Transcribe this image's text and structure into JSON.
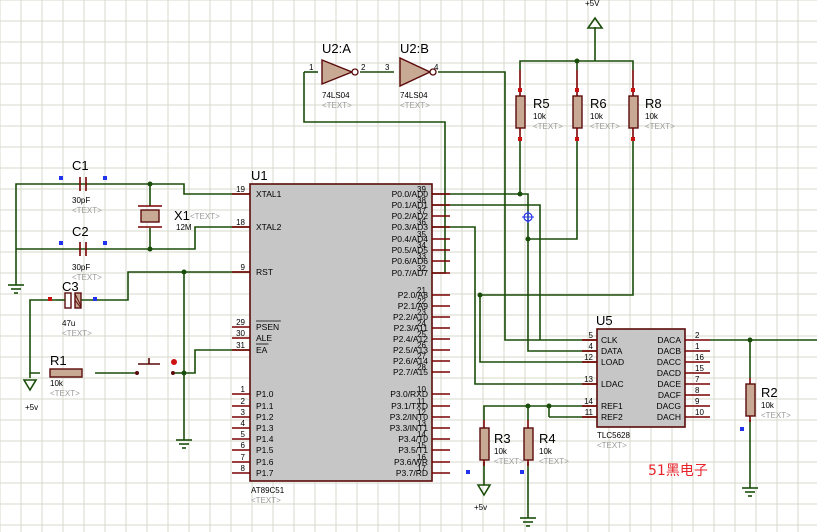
{
  "power": {
    "top_label": "+5V",
    "r1_label": "+5v",
    "r3_label": "+5v"
  },
  "u1": {
    "ref": "U1",
    "part": "AT89C51",
    "text": "<TEXT>",
    "left_pins": [
      {
        "num": "19",
        "name": "XTAL1"
      },
      {
        "num": "18",
        "name": "XTAL2"
      },
      {
        "num": "9",
        "name": "RST"
      },
      {
        "num": "29",
        "name": "PSEN"
      },
      {
        "num": "30",
        "name": "ALE"
      },
      {
        "num": "31",
        "name": "EA"
      },
      {
        "num": "1",
        "name": "P1.0"
      },
      {
        "num": "2",
        "name": "P1.1"
      },
      {
        "num": "3",
        "name": "P1.2"
      },
      {
        "num": "4",
        "name": "P1.3"
      },
      {
        "num": "5",
        "name": "P1.4"
      },
      {
        "num": "6",
        "name": "P1.5"
      },
      {
        "num": "7",
        "name": "P1.6"
      },
      {
        "num": "8",
        "name": "P1.7"
      }
    ],
    "right_pins": [
      {
        "num": "39",
        "name": "P0.0/AD0"
      },
      {
        "num": "38",
        "name": "P0.1/AD1"
      },
      {
        "num": "37",
        "name": "P0.2/AD2"
      },
      {
        "num": "36",
        "name": "P0.3/AD3"
      },
      {
        "num": "35",
        "name": "P0.4/AD4"
      },
      {
        "num": "34",
        "name": "P0.5/AD5"
      },
      {
        "num": "33",
        "name": "P0.6/AD6"
      },
      {
        "num": "32",
        "name": "P0.7/AD7"
      },
      {
        "num": "21",
        "name": "P2.0/A8"
      },
      {
        "num": "22",
        "name": "P2.1/A9"
      },
      {
        "num": "23",
        "name": "P2.2/A10"
      },
      {
        "num": "24",
        "name": "P2.3/A11"
      },
      {
        "num": "25",
        "name": "P2.4/A12"
      },
      {
        "num": "26",
        "name": "P2.5/A13"
      },
      {
        "num": "27",
        "name": "P2.6/A14"
      },
      {
        "num": "28",
        "name": "P2.7/A15"
      },
      {
        "num": "10",
        "name": "P3.0/RXD"
      },
      {
        "num": "11",
        "name": "P3.1/TXD"
      },
      {
        "num": "12",
        "name": "P3.2/INT0"
      },
      {
        "num": "13",
        "name": "P3.3/INT1"
      },
      {
        "num": "14",
        "name": "P3.4/T0"
      },
      {
        "num": "15",
        "name": "P3.5/T1"
      },
      {
        "num": "16",
        "name": "P3.6/WR"
      },
      {
        "num": "17",
        "name": "P3.7/RD"
      }
    ]
  },
  "u5": {
    "ref": "U5",
    "part": "TLC5628",
    "text": "<TEXT>",
    "left_pins": [
      {
        "num": "5",
        "name": "CLK"
      },
      {
        "num": "4",
        "name": "DATA"
      },
      {
        "num": "12",
        "name": "LOAD"
      },
      {
        "num": "13",
        "name": "LDAC"
      },
      {
        "num": "14",
        "name": "REF1"
      },
      {
        "num": "11",
        "name": "REF2"
      }
    ],
    "right_pins": [
      {
        "num": "2",
        "name": "DACA"
      },
      {
        "num": "1",
        "name": "DACB"
      },
      {
        "num": "16",
        "name": "DACC"
      },
      {
        "num": "15",
        "name": "DACD"
      },
      {
        "num": "7",
        "name": "DACE"
      },
      {
        "num": "8",
        "name": "DACF"
      },
      {
        "num": "9",
        "name": "DACG"
      },
      {
        "num": "10",
        "name": "DACH"
      }
    ]
  },
  "u2a": {
    "ref": "U2:A",
    "part": "74LS04",
    "text": "<TEXT>",
    "in_pin": "1",
    "out_pin": "2"
  },
  "u2b": {
    "ref": "U2:B",
    "part": "74LS04",
    "text": "<TEXT>",
    "in_pin": "3",
    "out_pin": "4"
  },
  "c1": {
    "ref": "C1",
    "value": "30pF",
    "text": "<TEXT>"
  },
  "c2": {
    "ref": "C2",
    "value": "30pF",
    "text": "<TEXT>"
  },
  "c3": {
    "ref": "C3",
    "value": "47u",
    "text": "<TEXT>"
  },
  "x1": {
    "ref": "X1",
    "value": "12M",
    "text": "<TEXT>"
  },
  "r1": {
    "ref": "R1",
    "value": "10k",
    "text": "<TEXT>"
  },
  "r2": {
    "ref": "R2",
    "value": "10k",
    "text": "<TEXT>"
  },
  "r3": {
    "ref": "R3",
    "value": "10k",
    "text": "<TEXT>"
  },
  "r4": {
    "ref": "R4",
    "value": "10k",
    "text": "<TEXT>"
  },
  "r5": {
    "ref": "R5",
    "value": "10k",
    "text": "<TEXT>"
  },
  "r6": {
    "ref": "R6",
    "value": "10k",
    "text": "<TEXT>"
  },
  "r8": {
    "ref": "R8",
    "value": "10k",
    "text": "<TEXT>"
  },
  "watermark": "51黑电子"
}
